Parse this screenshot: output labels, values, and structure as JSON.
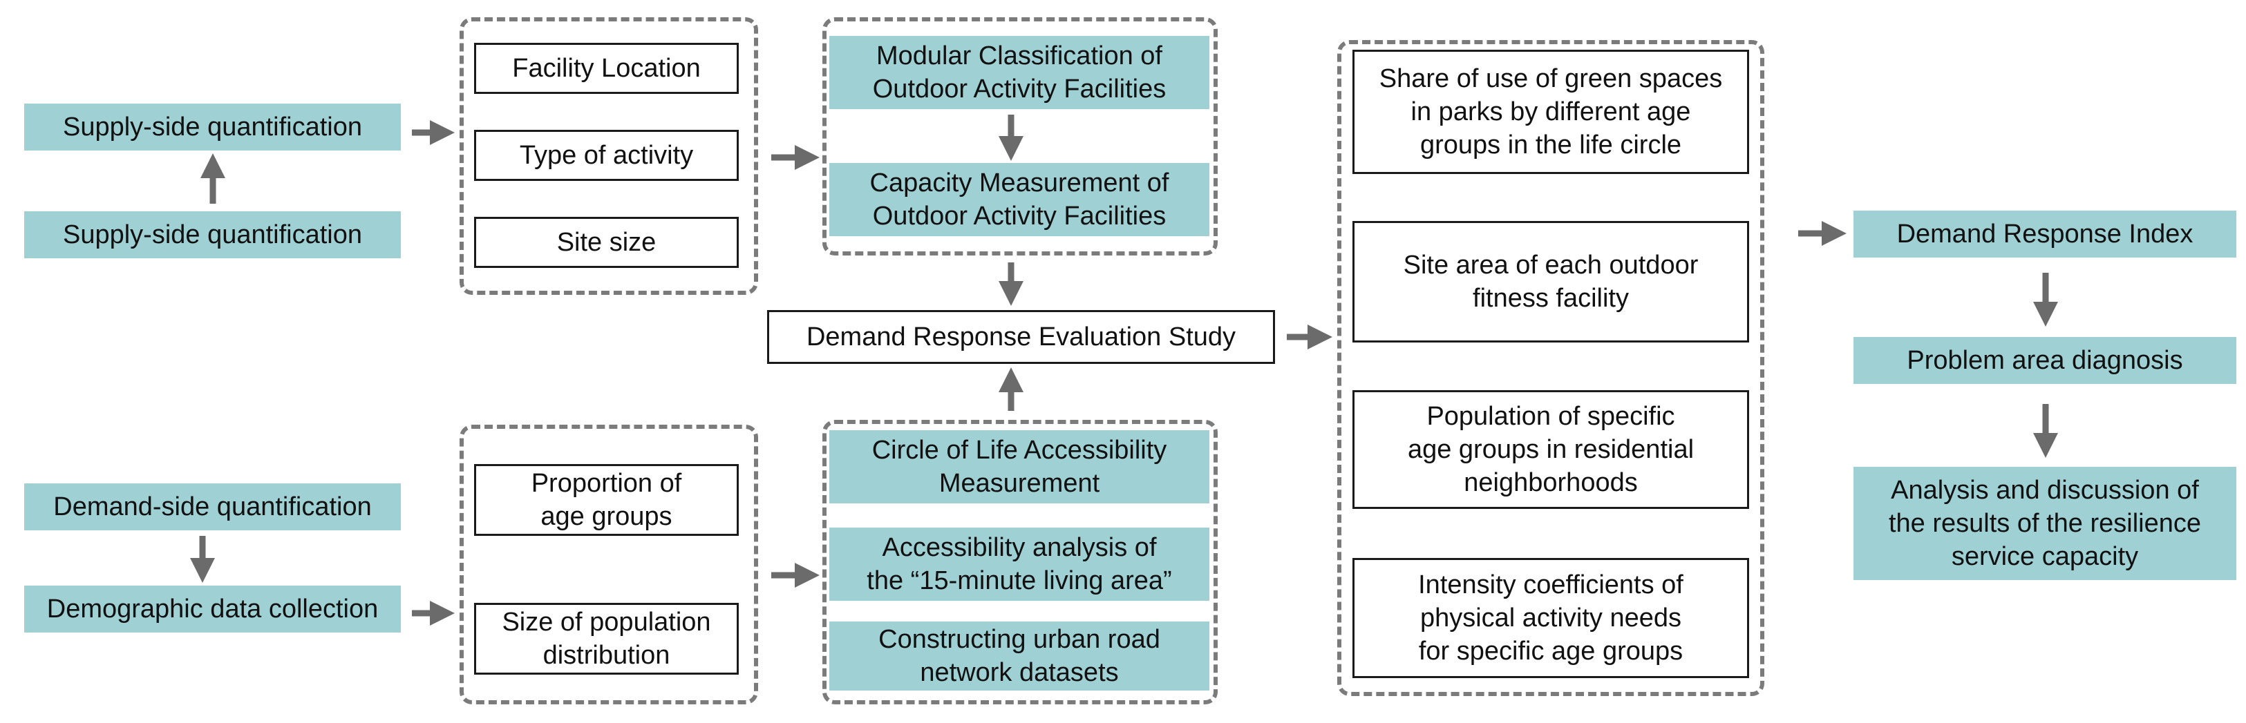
{
  "supply": {
    "top_label": "Supply-side quantification",
    "bottom_label": "Supply-side quantification"
  },
  "supply_factors": [
    "Facility Location",
    "Type of activity",
    "Site size"
  ],
  "supply_steps": [
    "Modular Classification of\nOutdoor Activity Facilities",
    "Capacity Measurement of\nOutdoor Activity Facilities"
  ],
  "center": {
    "label": "Demand Response Evaluation Study"
  },
  "demand": {
    "top_label": "Demand-side quantification",
    "bottom_label": "Demographic data collection"
  },
  "demand_factors": [
    "Proportion of\nage groups",
    "Size of population\ndistribution"
  ],
  "demand_steps": [
    "Circle of Life Accessibility\nMeasurement",
    "Accessibility analysis of\nthe  “15-minute living area”",
    "Constructing urban road\nnetwork datasets"
  ],
  "indicators": [
    "Share of use of green spaces\nin parks by different age\ngroups in the life circle",
    "Site area of each outdoor\nfitness facility",
    "Population of specific\nage groups in residential\nneighborhoods",
    "Intensity coefficients of\nphysical activity needs\nfor specific age groups"
  ],
  "outputs": [
    "Demand Response Index",
    "Problem area diagnosis",
    "Analysis and discussion of\nthe results of the resilience\nservice capacity"
  ],
  "colors": {
    "teal_fill": "#9fd0d3",
    "arrow": "#6b6b6b",
    "dashed_border": "#7b7b7b"
  }
}
